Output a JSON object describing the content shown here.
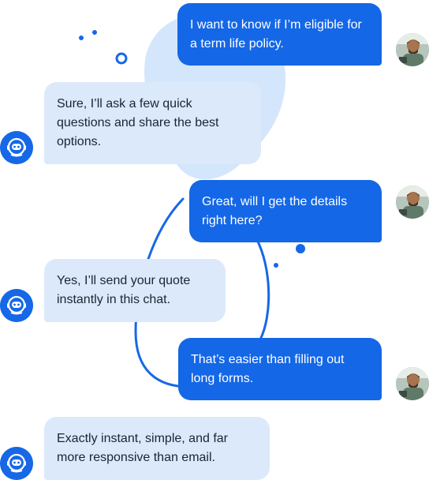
{
  "conversation": {
    "messages": [
      {
        "role": "user",
        "text": "I want to know if I’m eligible for a term life policy."
      },
      {
        "role": "bot",
        "text": "Sure, I’ll ask a few quick questions and share the best options."
      },
      {
        "role": "user",
        "text": "Great, will I get the details right here?"
      },
      {
        "role": "bot",
        "text": "Yes, I’ll send your quote instantly in this chat."
      },
      {
        "role": "user",
        "text": "That’s easier than filling out long forms."
      },
      {
        "role": "bot",
        "text": "Exactly instant, simple, and far more responsive than email."
      }
    ]
  },
  "icons": {
    "user_avatar": "user-photo-avatar",
    "bot_avatar": "robot-head-icon"
  },
  "colors": {
    "user_bubble": "#1467e6",
    "bot_bubble": "#dbe9fb",
    "accent": "#1668e6",
    "blob": "#d4e6fb"
  }
}
